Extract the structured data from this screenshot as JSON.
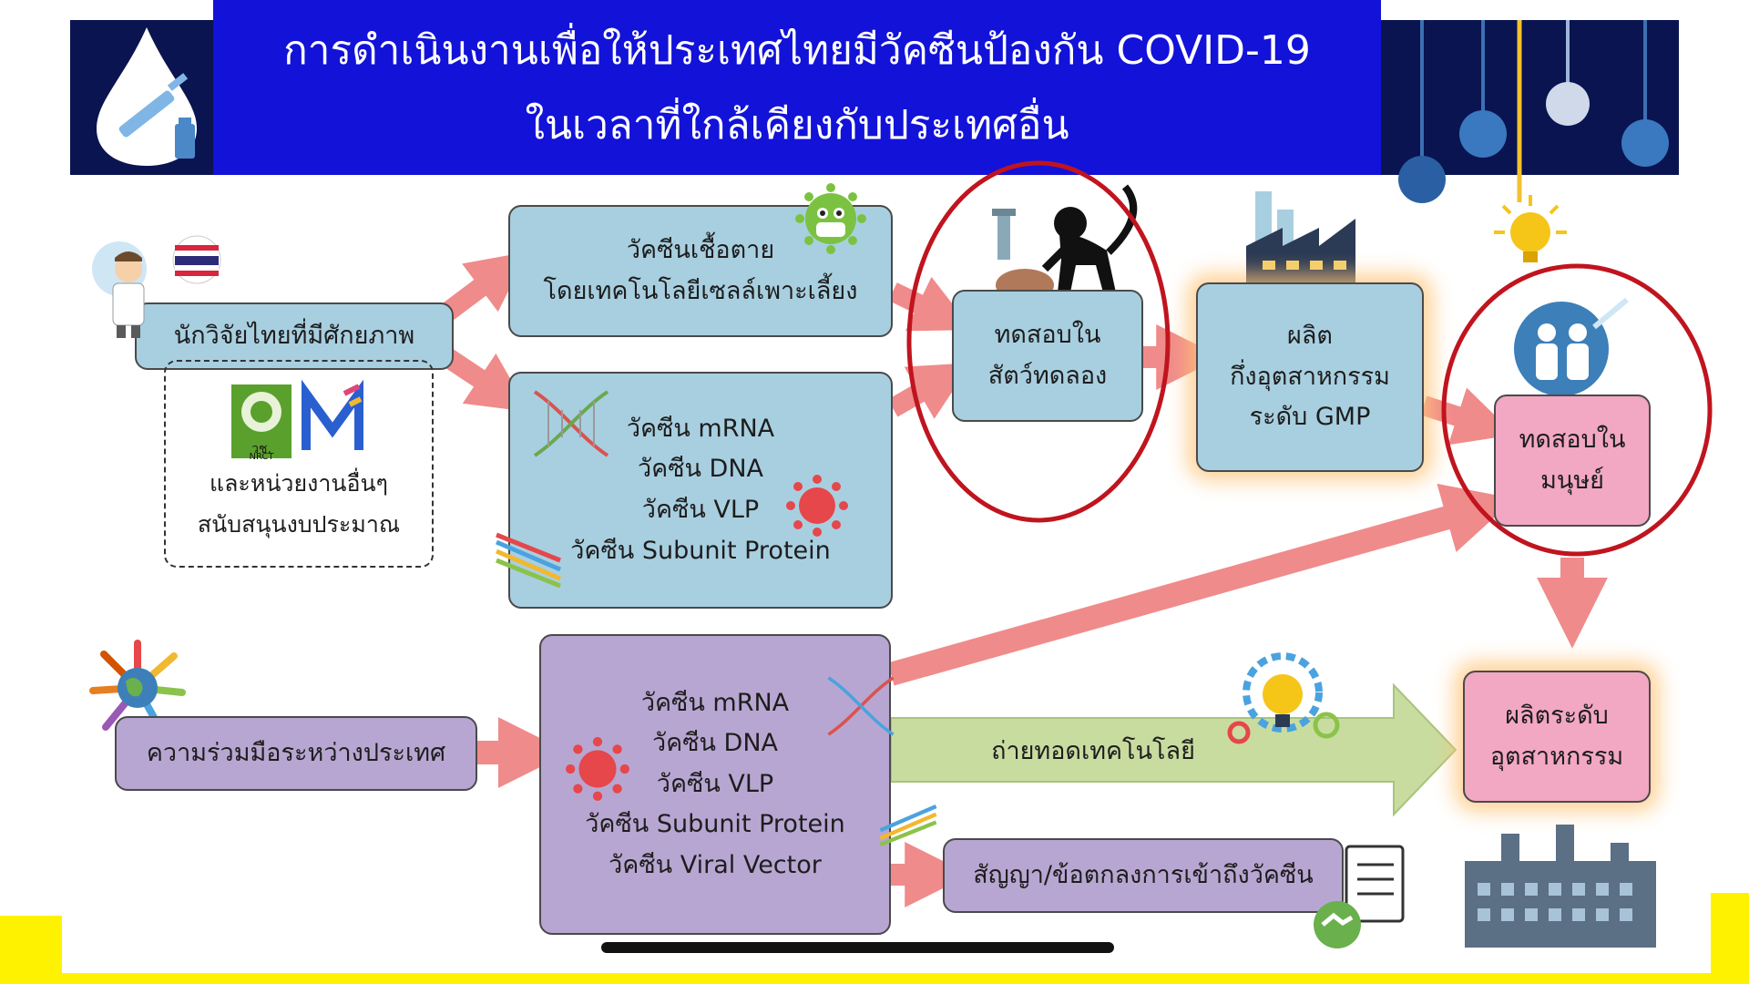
{
  "header": {
    "title_line1": "การดำเนินงานเพื่อให้ประเทศไทยมีวัคซีนป้องกัน COVID-19",
    "title_line2": "ในเวลาที่ใกล้เคียงกับประเทศอื่น"
  },
  "researcher": {
    "label": "นักวิจัยไทยที่มีศักยภาพ",
    "flag": "thai-flag-icon"
  },
  "funding": {
    "logo_text": "วช.",
    "logo_subtext": "NRCT",
    "line1": "และหน่วยงานอื่นๆ",
    "line2": "สนับสนุนงบประมาณ"
  },
  "inactivated": {
    "line1": "วัคซีนเชื้อตาย",
    "line2": "โดยเทคโนโลยีเซลล์เพาะเลี้ยง"
  },
  "newtech": {
    "items": [
      "วัคซีน mRNA",
      "วัคซีน DNA",
      "วัคซีน VLP",
      "วัคซีน Subunit Protein"
    ]
  },
  "animal_test": {
    "line1": "ทดสอบใน",
    "line2": "สัตว์ทดลอง"
  },
  "pilot": {
    "line1": "ผลิต",
    "line2": "กึ่งอุตสาหกรรม",
    "line3": "ระดับ GMP"
  },
  "human_test": {
    "line1": "ทดสอบใน",
    "line2": "มนุษย์"
  },
  "intl": {
    "label": "ความร่วมมือระหว่างประเทศ"
  },
  "intl_vaccines": {
    "items": [
      "วัคซีน mRNA",
      "วัคซีน DNA",
      "วัคซีน VLP",
      "วัคซีน Subunit Protein",
      "วัคซีน Viral Vector"
    ]
  },
  "tech_transfer": {
    "label": "ถ่ายทอดเทคโนโลยี"
  },
  "agreement": {
    "label": "สัญญา/ข้อตกลงการเข้าถึงวัคซีน"
  },
  "industry": {
    "line1": "ผลิตระดับ",
    "line2": "อุตสาหกรรม"
  },
  "colors": {
    "header_blue": "#1212d9",
    "header_dark": "#0a1450",
    "box_blue": "#a8cfe0",
    "box_purple": "#b8a6d2",
    "box_pink": "#f2a7c3",
    "arrow_salmon": "#f08b8b",
    "arrow_green": "#c9dca0",
    "highlight_circle": "#c0141e",
    "yellow": "#fff200"
  }
}
